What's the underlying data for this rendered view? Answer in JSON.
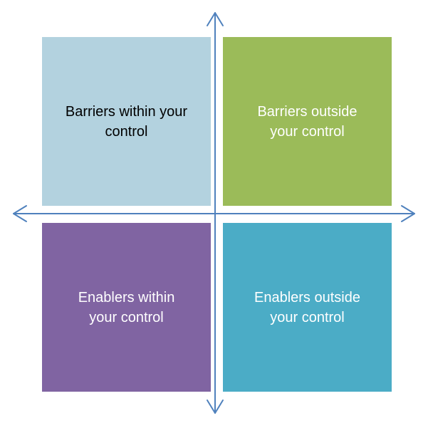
{
  "quadrants": {
    "top_left": {
      "text": "Barriers within  your\ncontrol",
      "bg": "#b3d2df",
      "fg": "#000000"
    },
    "top_right": {
      "text": "Barriers outside\nyour control",
      "bg": "#9bbb59",
      "fg": "#ffffff"
    },
    "bottom_left": {
      "text": "Enablers within\nyour control",
      "bg": "#8064a2",
      "fg": "#ffffff"
    },
    "bottom_right": {
      "text": "Enablers outside\nyour control",
      "bg": "#4bacc6",
      "fg": "#ffffff"
    }
  },
  "axes": {
    "color": "#4f81bd"
  }
}
